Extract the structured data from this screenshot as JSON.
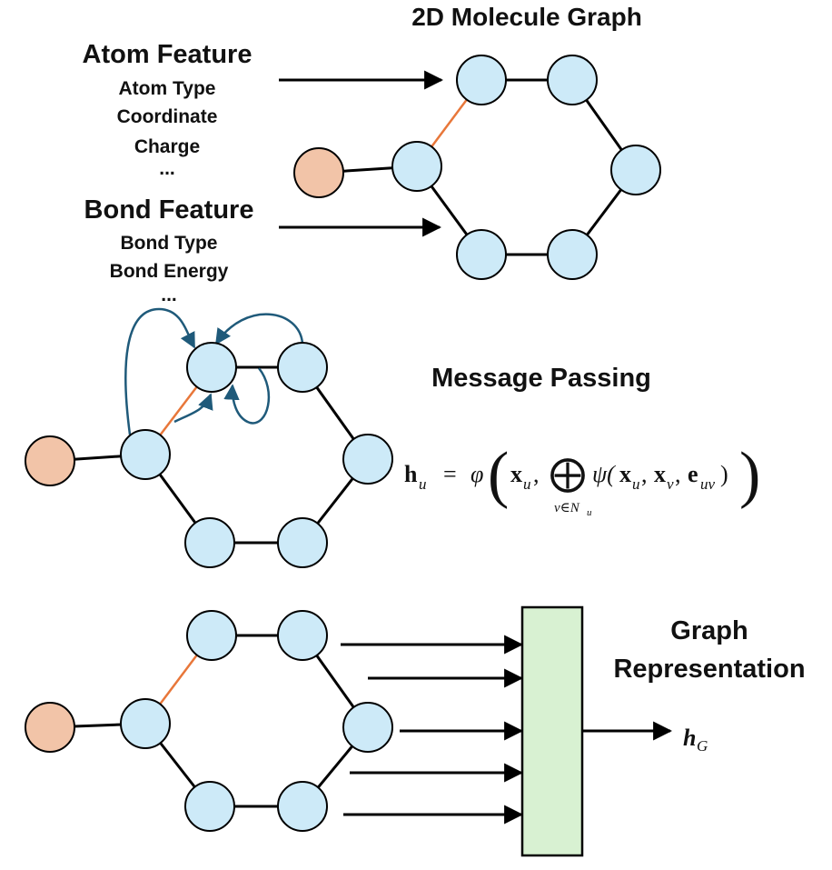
{
  "top": {
    "title": "2D Molecule Graph",
    "atom_feature": {
      "heading": "Atom Feature",
      "items": [
        "Atom Type",
        "Coordinate",
        "Charge",
        "..."
      ]
    },
    "bond_feature": {
      "heading": "Bond Feature",
      "items": [
        "Bond Type",
        "Bond Energy",
        "..."
      ]
    }
  },
  "middle": {
    "title": "Message Passing",
    "formula": {
      "lhs": "h",
      "lhs_sub": "u",
      "equals": "=",
      "phi": "φ",
      "open_paren": "(",
      "x1": "x",
      "x1_sub": "u",
      "comma1": ",",
      "oplus": "⨁",
      "oplus_sub": "v∈N",
      "oplus_sub2": "u",
      "psi": "ψ(",
      "x2": "x",
      "x2_sub": "u",
      "comma2": ",",
      "x3": "x",
      "x3_sub": "v",
      "comma3": ",",
      "e": "e",
      "e_sub": "uv",
      "close_inner": ")",
      "close_paren": ")"
    }
  },
  "bottom": {
    "title_line1": "Graph",
    "title_line2": "Representation",
    "output": "h",
    "output_sub": "G"
  },
  "colors": {
    "atom_fill": "#cdeaf8",
    "terminal_atom_fill": "#f2c4a8",
    "bond": "#000000",
    "highlight_bond": "#e8773a",
    "message_arrow": "#1f5a7a",
    "readout_fill": "#d8f1d2"
  }
}
